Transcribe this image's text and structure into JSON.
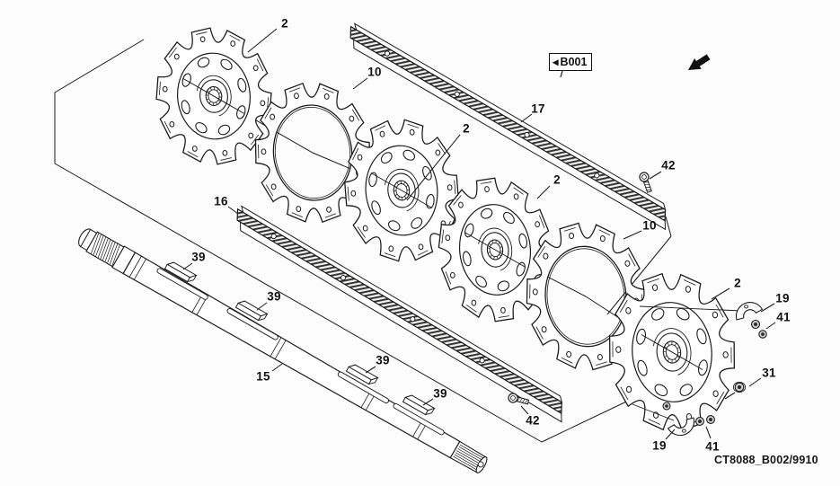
{
  "diagram": {
    "reference_box": {
      "label": "B001"
    },
    "footer_code": "CT8088_B002/9910"
  },
  "icons": {
    "reference_box_arrow": "◀"
  },
  "colors": {
    "line": "#1c1c1c",
    "background": "#fcfcfc",
    "fill": "#ffffff",
    "hatch": "#333333"
  },
  "callouts": [
    {
      "part": "2"
    },
    {
      "part": "10"
    },
    {
      "part": "17"
    },
    {
      "part": "2"
    },
    {
      "part": "42"
    },
    {
      "part": "2"
    },
    {
      "part": "16"
    },
    {
      "part": "10"
    },
    {
      "part": "39"
    },
    {
      "part": "2"
    },
    {
      "part": "19"
    },
    {
      "part": "39"
    },
    {
      "part": "41"
    },
    {
      "part": "39"
    },
    {
      "part": "31"
    },
    {
      "part": "15"
    },
    {
      "part": "39"
    },
    {
      "part": "42"
    },
    {
      "part": "19"
    },
    {
      "part": "41"
    }
  ]
}
